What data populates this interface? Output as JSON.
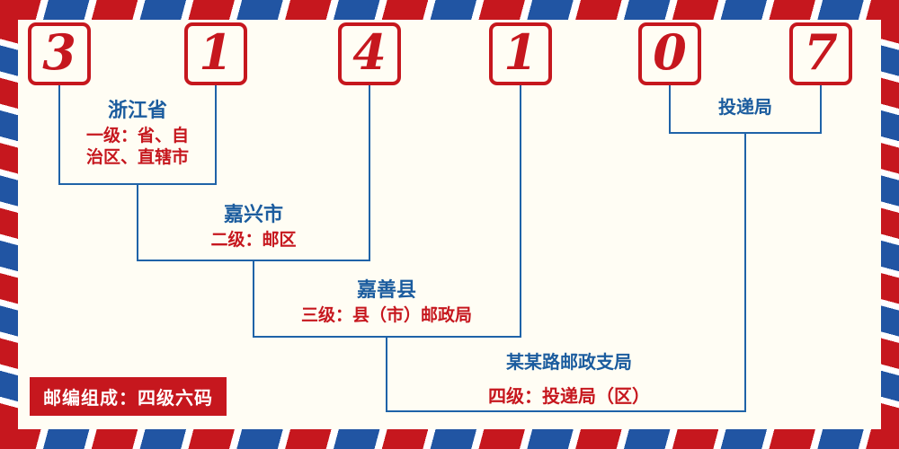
{
  "postcode": {
    "digits": [
      "3",
      "1",
      "4",
      "1",
      "0",
      "7"
    ]
  },
  "levels": [
    {
      "place": "浙江省",
      "desc_line1": "一级：省、自",
      "desc_line2": "治区、直辖市"
    },
    {
      "place": "嘉兴市",
      "desc": "二级：邮区"
    },
    {
      "place": "嘉善县",
      "desc": "三级：县（市）邮政局"
    },
    {
      "place": "某某路邮政支局",
      "desc": "四级：投递局（区）"
    }
  ],
  "delivery_office": {
    "label": "投递局"
  },
  "footer": {
    "badge": "邮编组成：四级六码"
  },
  "colors": {
    "red": "#c6171e",
    "blue_text": "#1b5c9e",
    "line_blue": "#1f63a8",
    "stripe_blue": "#2155a3",
    "background": "#fffdf4"
  }
}
